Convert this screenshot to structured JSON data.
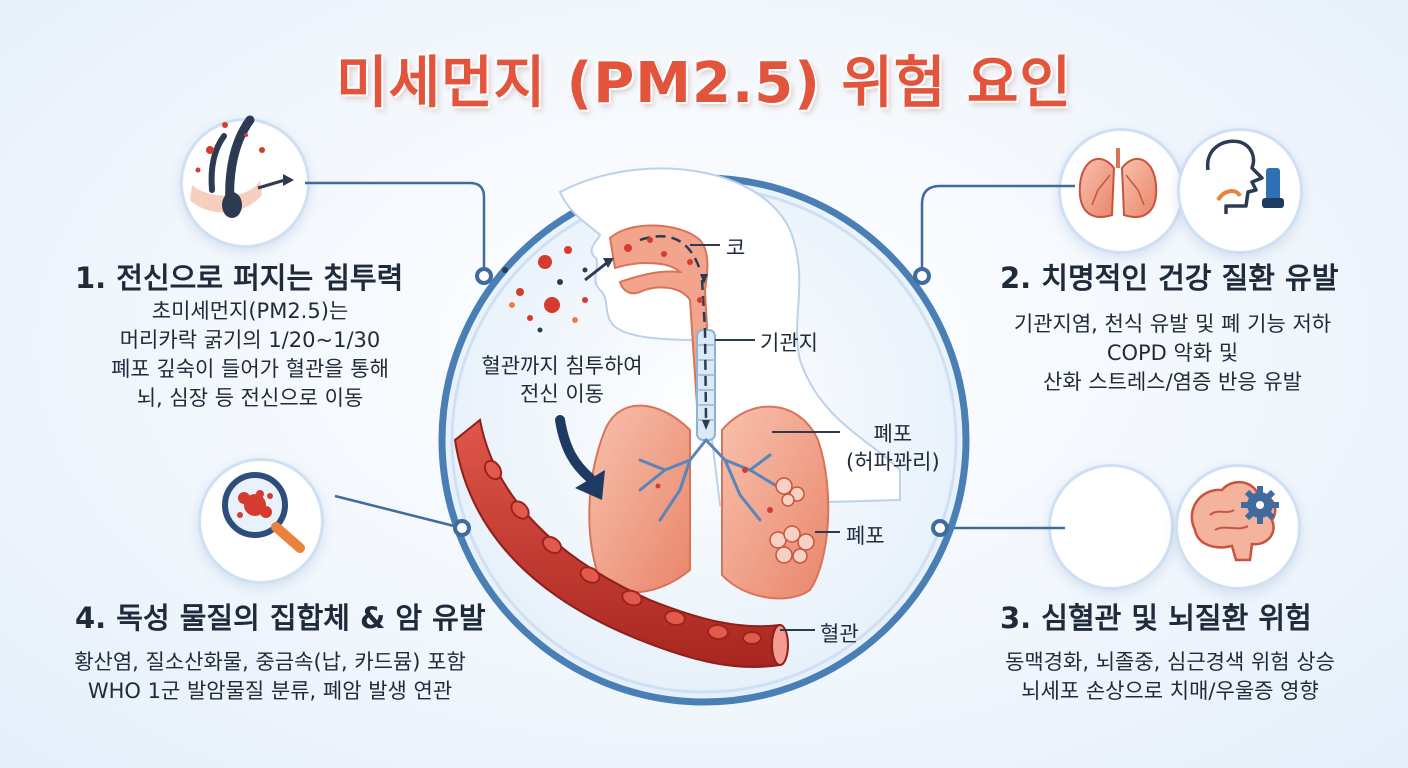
{
  "title": "미세먼지 (PM2.5) 위험 요인",
  "sections": [
    {
      "heading": "1. 전신으로 퍼지는 침투력",
      "lines": [
        "초미세먼지(PM2.5)는",
        "머리카락 굵기의 1/20~1/30",
        "폐포 깊숙이 들어가 혈관을 통해",
        "뇌, 심장 등 전신으로 이동"
      ]
    },
    {
      "heading": "2. 치명적인 건강 질환 유발",
      "lines": [
        "기관지염, 천식 유발 및 폐 기능 저하",
        "COPD 악화 및",
        "산화 스트레스/염증 반응 유발"
      ]
    },
    {
      "heading": "3. 심혈관 및 뇌질환 위험",
      "lines": [
        "동맥경화, 뇌졸중, 심근경색 위험 상승",
        "뇌세포 손상으로 치매/우울증 영향"
      ]
    },
    {
      "heading": "4. 독성 물질의 집합체 & 암 유발",
      "lines": [
        "황산염, 질소산화물, 중금속(납, 카드뮴) 포함",
        "WHO 1군 발암물질 분류, 폐암 발생 연관"
      ]
    }
  ],
  "diagram": {
    "nose_label": "코",
    "bronchi_label": "기관지",
    "alveoli_label_line1": "폐포",
    "alveoli_label_line2": "(허파꽈리)",
    "alveolus_label": "폐포",
    "vessel_label": "혈관",
    "penetration_line1": "혈관까지 침투하여",
    "penetration_line2": "전신 이동"
  },
  "colors": {
    "title": "#e2553c",
    "connector": "#3f6c9c",
    "lung": "#f2a58c",
    "vessel": "#c9392e",
    "particle": "#d63b2f"
  },
  "icons": [
    "hair-particle-icon",
    "lungs-icon",
    "inhaler-icon",
    "magnifier-particle-icon",
    "heart-pulse-icon",
    "brain-gear-icon"
  ]
}
